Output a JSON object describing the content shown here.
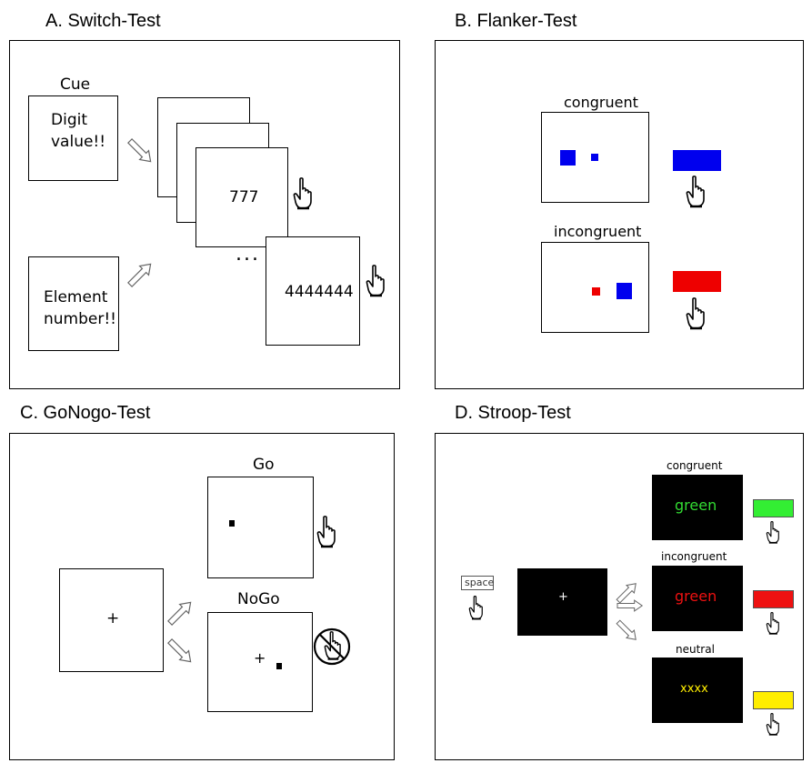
{
  "panels": {
    "a": {
      "title": "A. Switch-Test",
      "cue_label": "Cue",
      "digit_cue": "Digit\nvalue!!",
      "element_cue": "Element\nnumber!!",
      "stimulus_1": "777",
      "ellipsis": "...",
      "stimulus_2": "4444444"
    },
    "b": {
      "title": "B. Flanker-Test",
      "congruent_label": "congruent",
      "incongruent_label": "incongruent",
      "colors": {
        "blue": "#0000ee",
        "red": "#ee0000"
      }
    },
    "c": {
      "title": "C. GoNogo-Test",
      "fixation": "+",
      "go_label": "Go",
      "nogo_label": "NoGo",
      "nogo_fixation": "+"
    },
    "d": {
      "title": "D. Stroop-Test",
      "space_key": "space",
      "fixation": "+",
      "congruent_label": "congruent",
      "congruent_word": "green",
      "incongruent_label": "incongruent",
      "incongruent_word": "green",
      "neutral_label": "neutral",
      "neutral_word": "xxxx",
      "colors": {
        "green": "#33dd33",
        "red": "#ee1111",
        "yellow": "#ffee00"
      }
    }
  }
}
